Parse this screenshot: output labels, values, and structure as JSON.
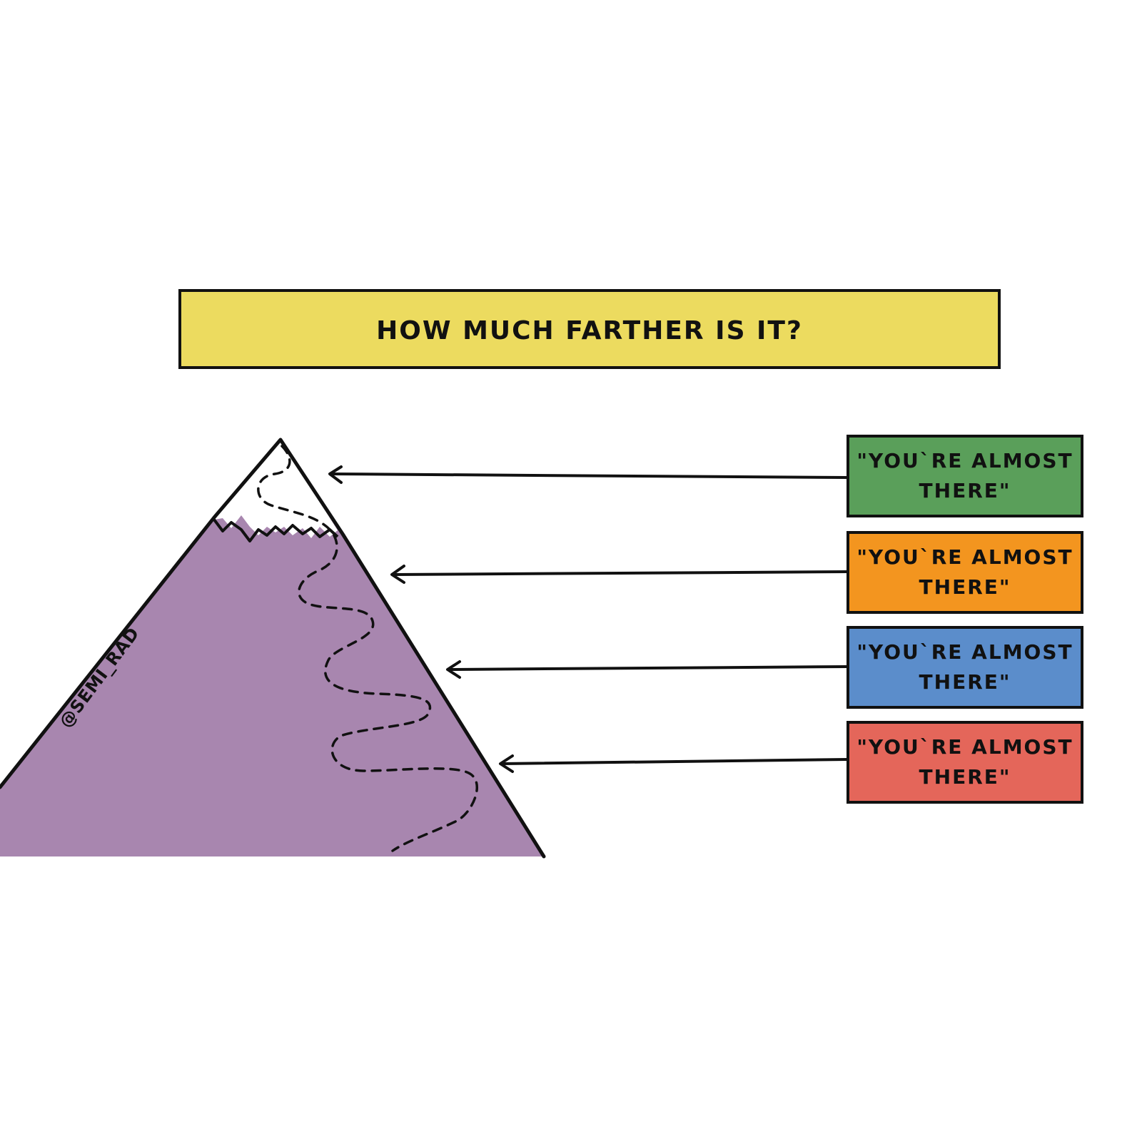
{
  "title": {
    "text": "HOW MUCH FARTHER IS IT?",
    "color": "#ECDB5F"
  },
  "mountain": {
    "fill_color": "#A886AF",
    "snow_color": "#FFFFFF",
    "watermark": "@SEMI_RAD"
  },
  "labels": [
    {
      "line1": "\"YOU`RE ALMOST",
      "line2": "THERE\"",
      "color": "#5A9F5A"
    },
    {
      "line1": "\"YOU`RE ALMOST",
      "line2": "THERE\"",
      "color": "#F3951F"
    },
    {
      "line1": "\"YOU`RE ALMOST",
      "line2": "THERE\"",
      "color": "#5B8DCB"
    },
    {
      "line1": "\"YOU`RE ALMOST",
      "line2": "THERE\"",
      "color": "#E4665A"
    }
  ]
}
